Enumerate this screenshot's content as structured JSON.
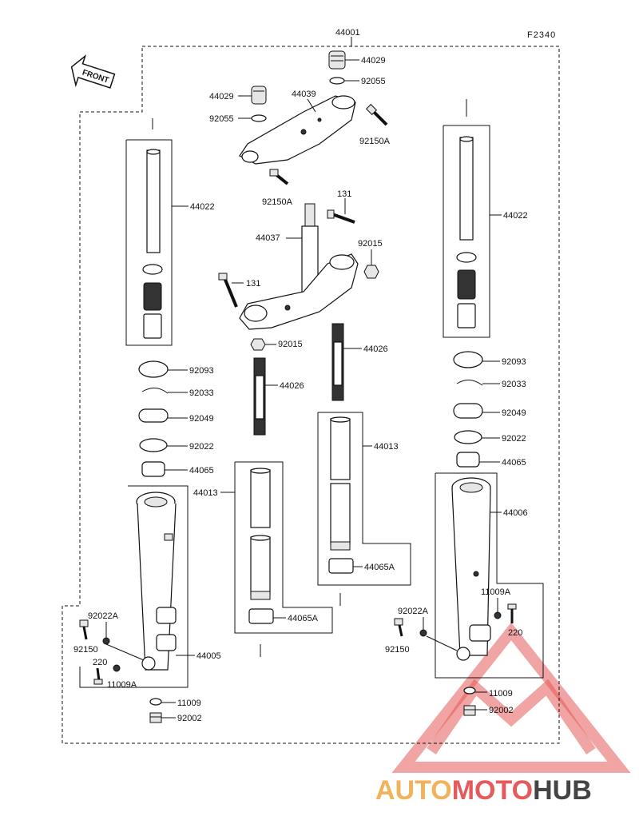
{
  "figure_code": "F2340",
  "front_label": "FRONT",
  "watermark": {
    "part1": "AUTO",
    "part2": "MOTO",
    "part3": "HUB",
    "color1": "#f2b25c",
    "color2": "#e55a5a",
    "color3": "#444444"
  },
  "labels": {
    "l44001": "44001",
    "l44029a": "44029",
    "l92055a": "92055",
    "l44029b": "44029",
    "l44039": "44039",
    "l92055b": "92055",
    "l92150Aa": "92150A",
    "l92150Ab": "92150A",
    "l131a": "131",
    "l44037": "44037",
    "l92015a": "92015",
    "l131b": "131",
    "l92015b": "92015",
    "l44022a": "44022",
    "l44022b": "44022",
    "l92093a": "92093",
    "l92033a": "92033",
    "l92049a": "92049",
    "l92022a": "92022",
    "l44065a": "44065",
    "l44026a": "44026",
    "l44026b": "44026",
    "l44013a": "44013",
    "l44013b": "44013",
    "l44065Aa": "44065A",
    "l44065Ab": "44065A",
    "l92093b": "92093",
    "l92033b": "92033",
    "l92049b": "92049",
    "l92022b": "92022",
    "l44065b": "44065",
    "l44006": "44006",
    "l44005": "44005",
    "l92022Aa": "92022A",
    "l92150a": "92150",
    "l220a": "220",
    "l11009Aa": "11009A",
    "l11009a": "11009",
    "l92002a": "92002",
    "l11009Ab": "11009A",
    "l92022Ab": "92022A",
    "l220b": "220",
    "l92150b": "92150",
    "l11009b": "11009",
    "l92002b": "92002"
  }
}
